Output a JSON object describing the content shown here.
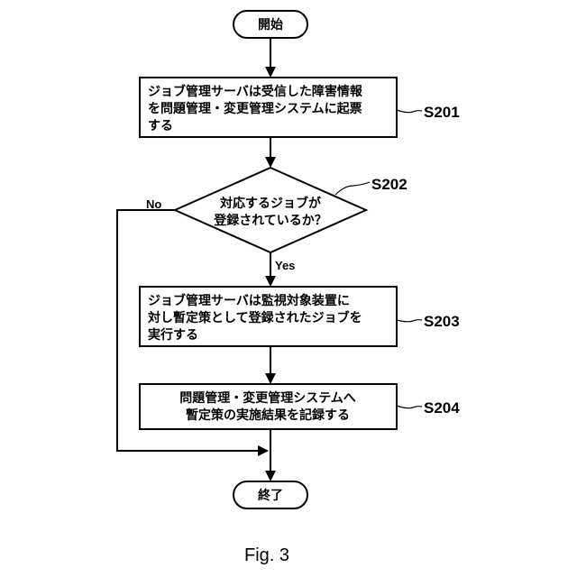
{
  "flowchart": {
    "start": "開始",
    "end": "終了",
    "s201": {
      "label": "S201",
      "lines": [
        "ジョブ管理サーバは受信した障害情報",
        "を問題管理・変更管理システムに起票",
        "する"
      ]
    },
    "s202": {
      "label": "S202",
      "lines": [
        "対応するジョブが",
        "登録されているか？"
      ],
      "no_label": "No",
      "yes_label": "Yes"
    },
    "s203": {
      "label": "S203",
      "lines": [
        "ジョブ管理サーバは監視対象装置に",
        "対し暫定策として登録されたジョブを",
        "実行する"
      ]
    },
    "s204": {
      "label": "S204",
      "lines": [
        "問題管理・変更管理システムへ",
        "暫定策の実施結果を記録する"
      ]
    }
  },
  "figure_label": "Fig. 3"
}
